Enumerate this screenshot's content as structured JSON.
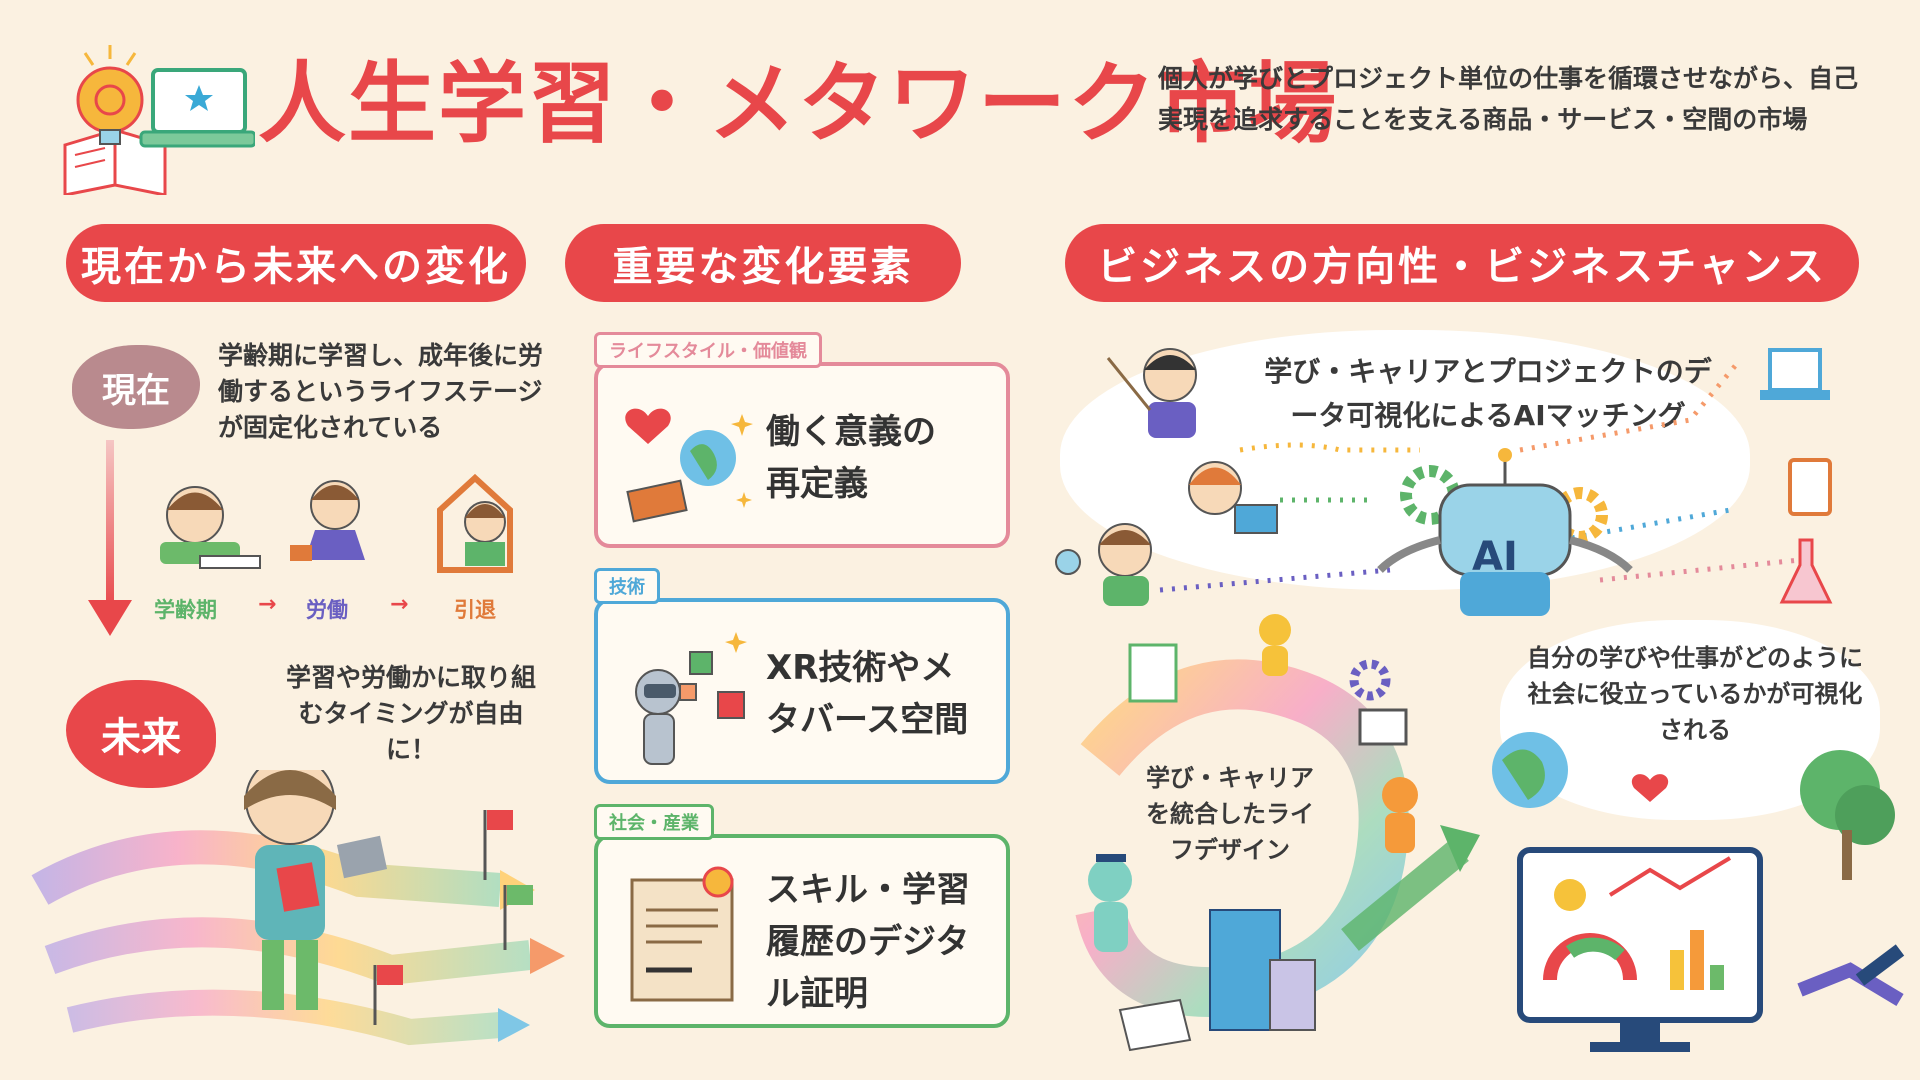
{
  "header": {
    "title": "人生学習・メタワーク市場",
    "subtitle": "個人が学びとプロジェクト単位の仕事を循環させながら、自己実現を追求することを支える商品・サービス・空間の市場"
  },
  "sections": {
    "change": {
      "banner": "現在から未来への変化",
      "present_label": "現在",
      "present_text": "学齢期に学習し、成年後に労働するというライフステージが固定化されている",
      "stages": [
        "学齢期",
        "労働",
        "引退"
      ],
      "stage_arrow": "→",
      "future_label": "未来",
      "future_text": "学習や労働かに取り組むタイミングが自由に！"
    },
    "elements": {
      "banner": "重要な変化要素",
      "cards": [
        {
          "tag": "ライフスタイル・価値観",
          "text": "働く意義の再定義",
          "color": "#e48a9a"
        },
        {
          "tag": "技術",
          "text": "XR技術やメタバース空間",
          "color": "#4fa8d8"
        },
        {
          "tag": "社会・産業",
          "text": "スキル・学習履歴のデジタル証明",
          "color": "#5db46a"
        }
      ]
    },
    "business": {
      "banner": "ビジネスの方向性・ビジネスチャンス",
      "matching_text": "学び・キャリアとプロジェクトのデータ可視化によるAIマッチング",
      "ai_label": "AI",
      "lifedesign_text": "学び・キャリアを統合したライフデザイン",
      "visualize_text": "自分の学びや仕事がどのように社会に役立っているかが可視化される"
    }
  },
  "colors": {
    "accent": "#e8474a",
    "background": "#fbf1e1",
    "lifestyle": "#e48a9a",
    "tech": "#4fa8d8",
    "society": "#5db46a"
  }
}
